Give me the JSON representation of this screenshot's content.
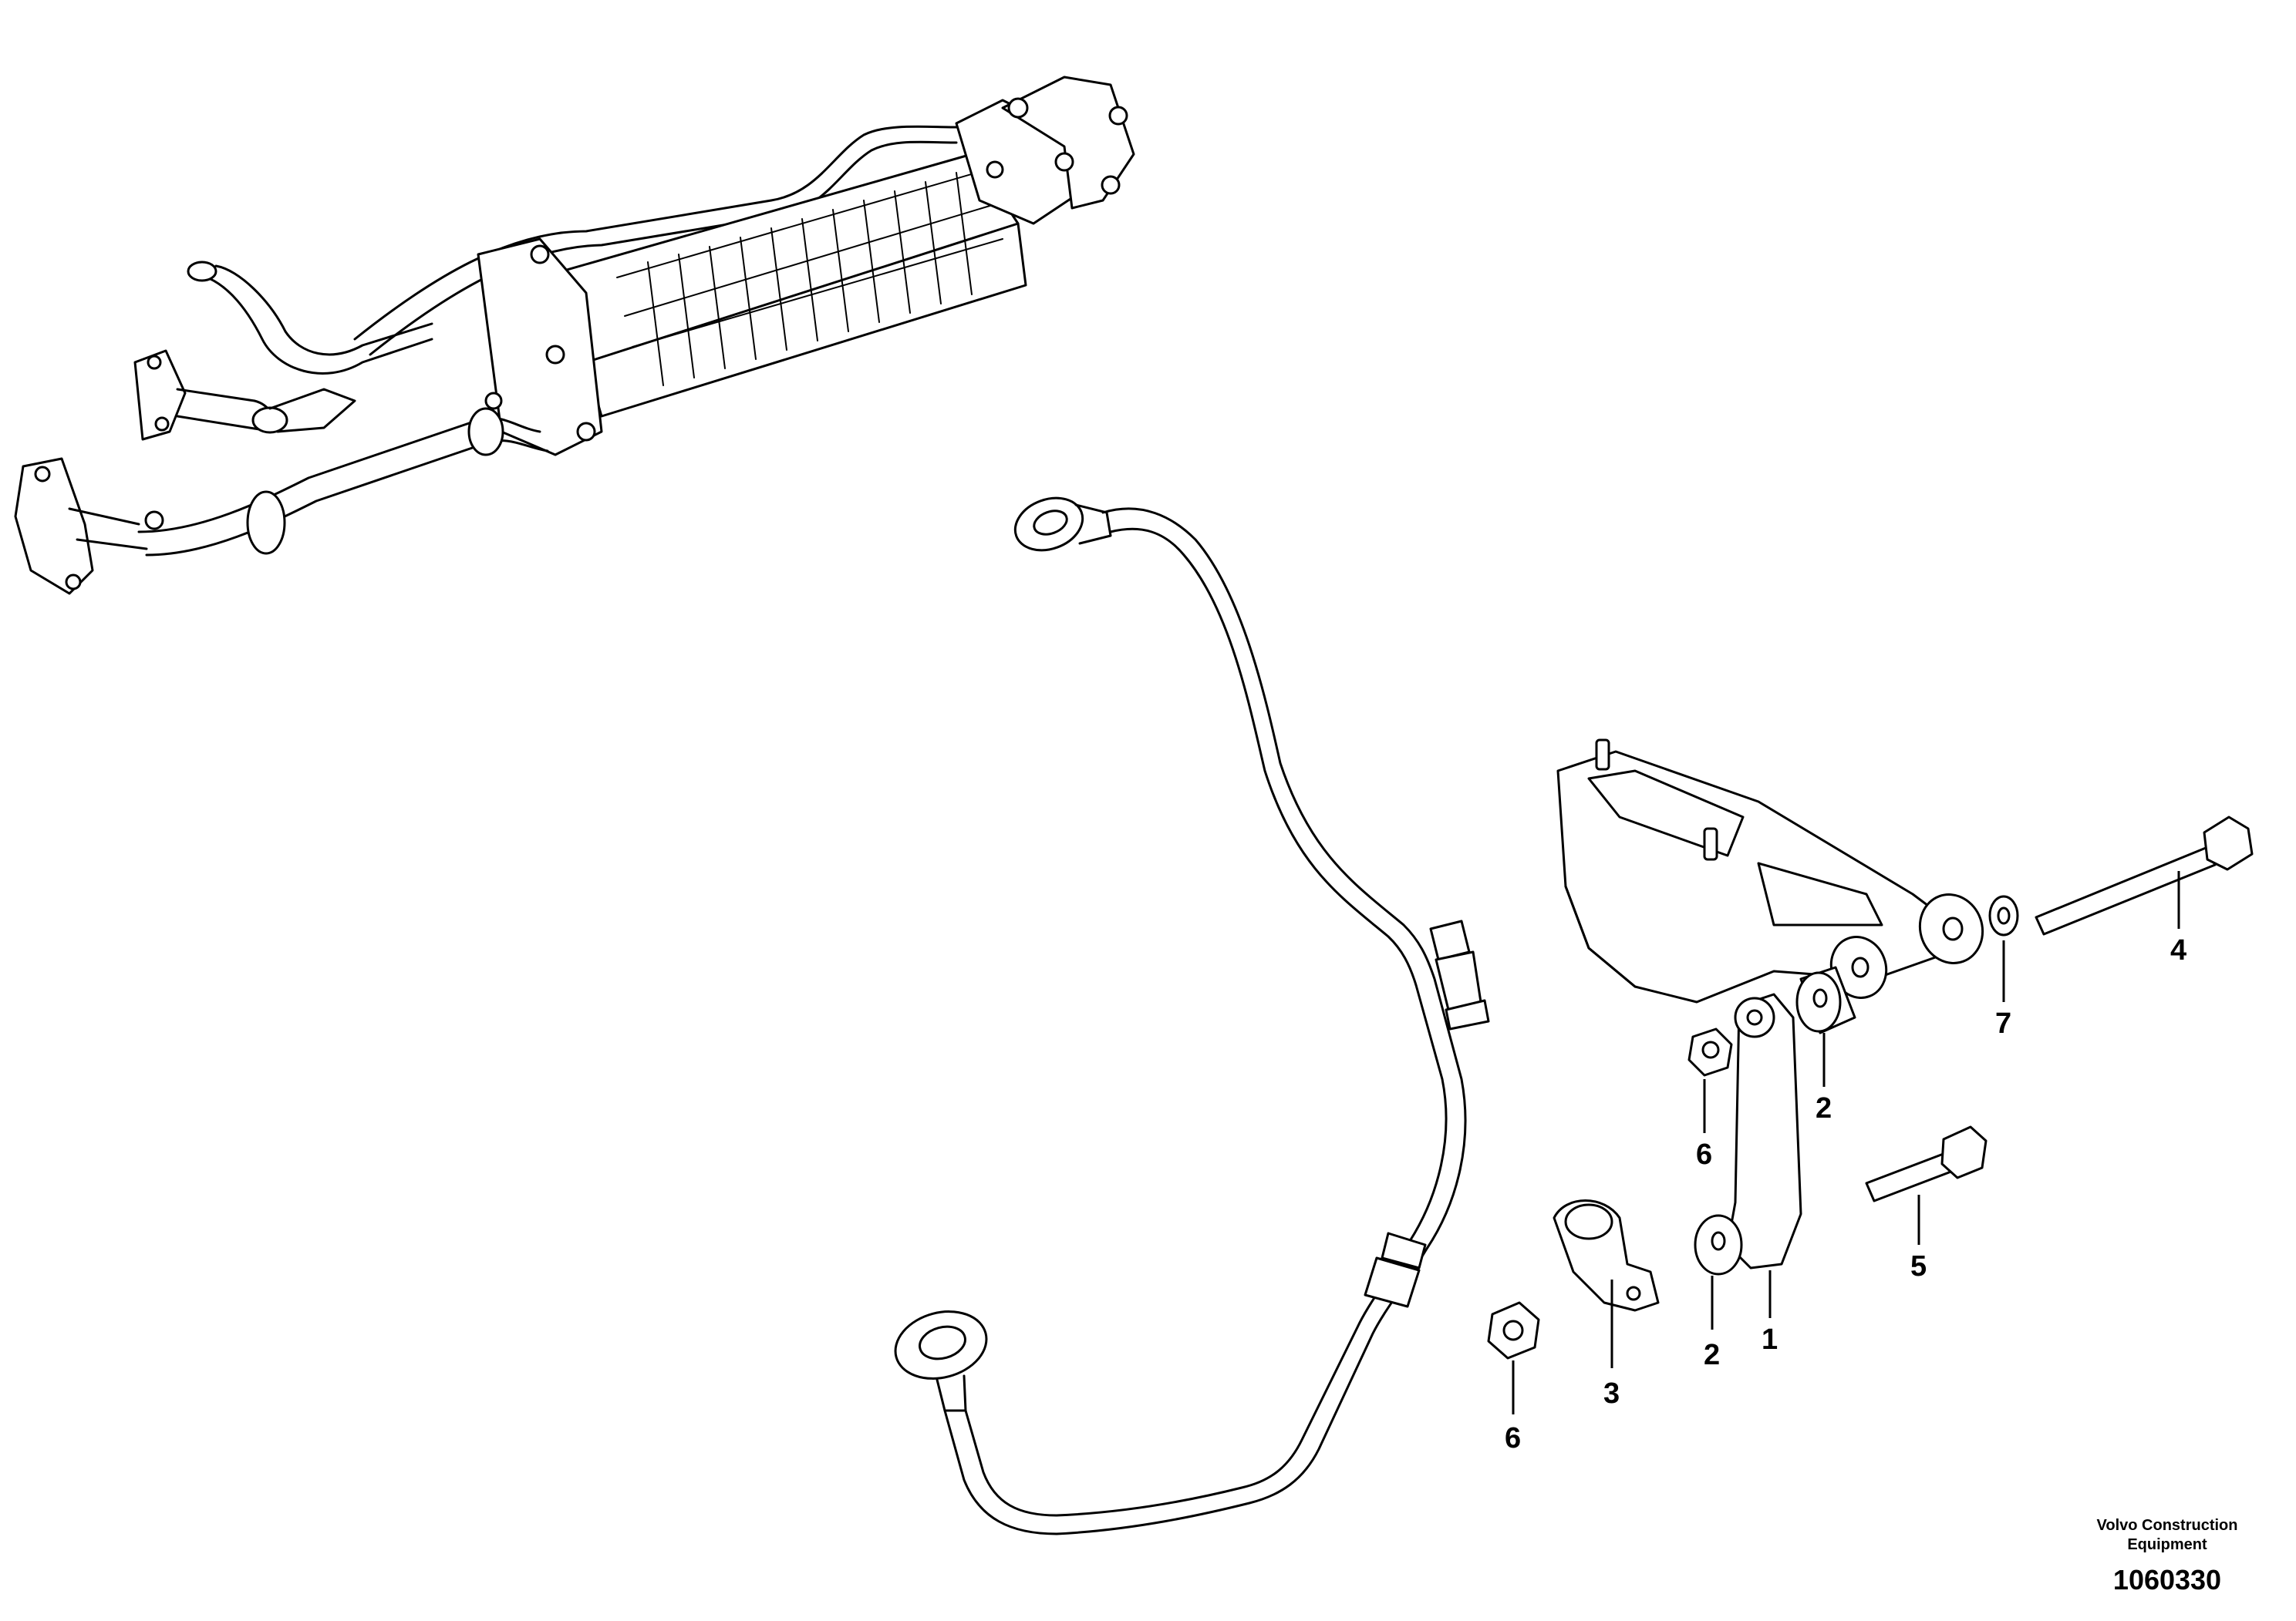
{
  "diagram": {
    "callouts": [
      {
        "id": "c1",
        "label": "1"
      },
      {
        "id": "c2a",
        "label": "2"
      },
      {
        "id": "c2b",
        "label": "2"
      },
      {
        "id": "c3",
        "label": "3"
      },
      {
        "id": "c4",
        "label": "4"
      },
      {
        "id": "c5",
        "label": "5"
      },
      {
        "id": "c6a",
        "label": "6"
      },
      {
        "id": "c6b",
        "label": "6"
      },
      {
        "id": "c7",
        "label": "7"
      }
    ],
    "brand_line1": "Volvo Construction",
    "brand_line2": "Equipment",
    "figure_number": "1060330"
  }
}
